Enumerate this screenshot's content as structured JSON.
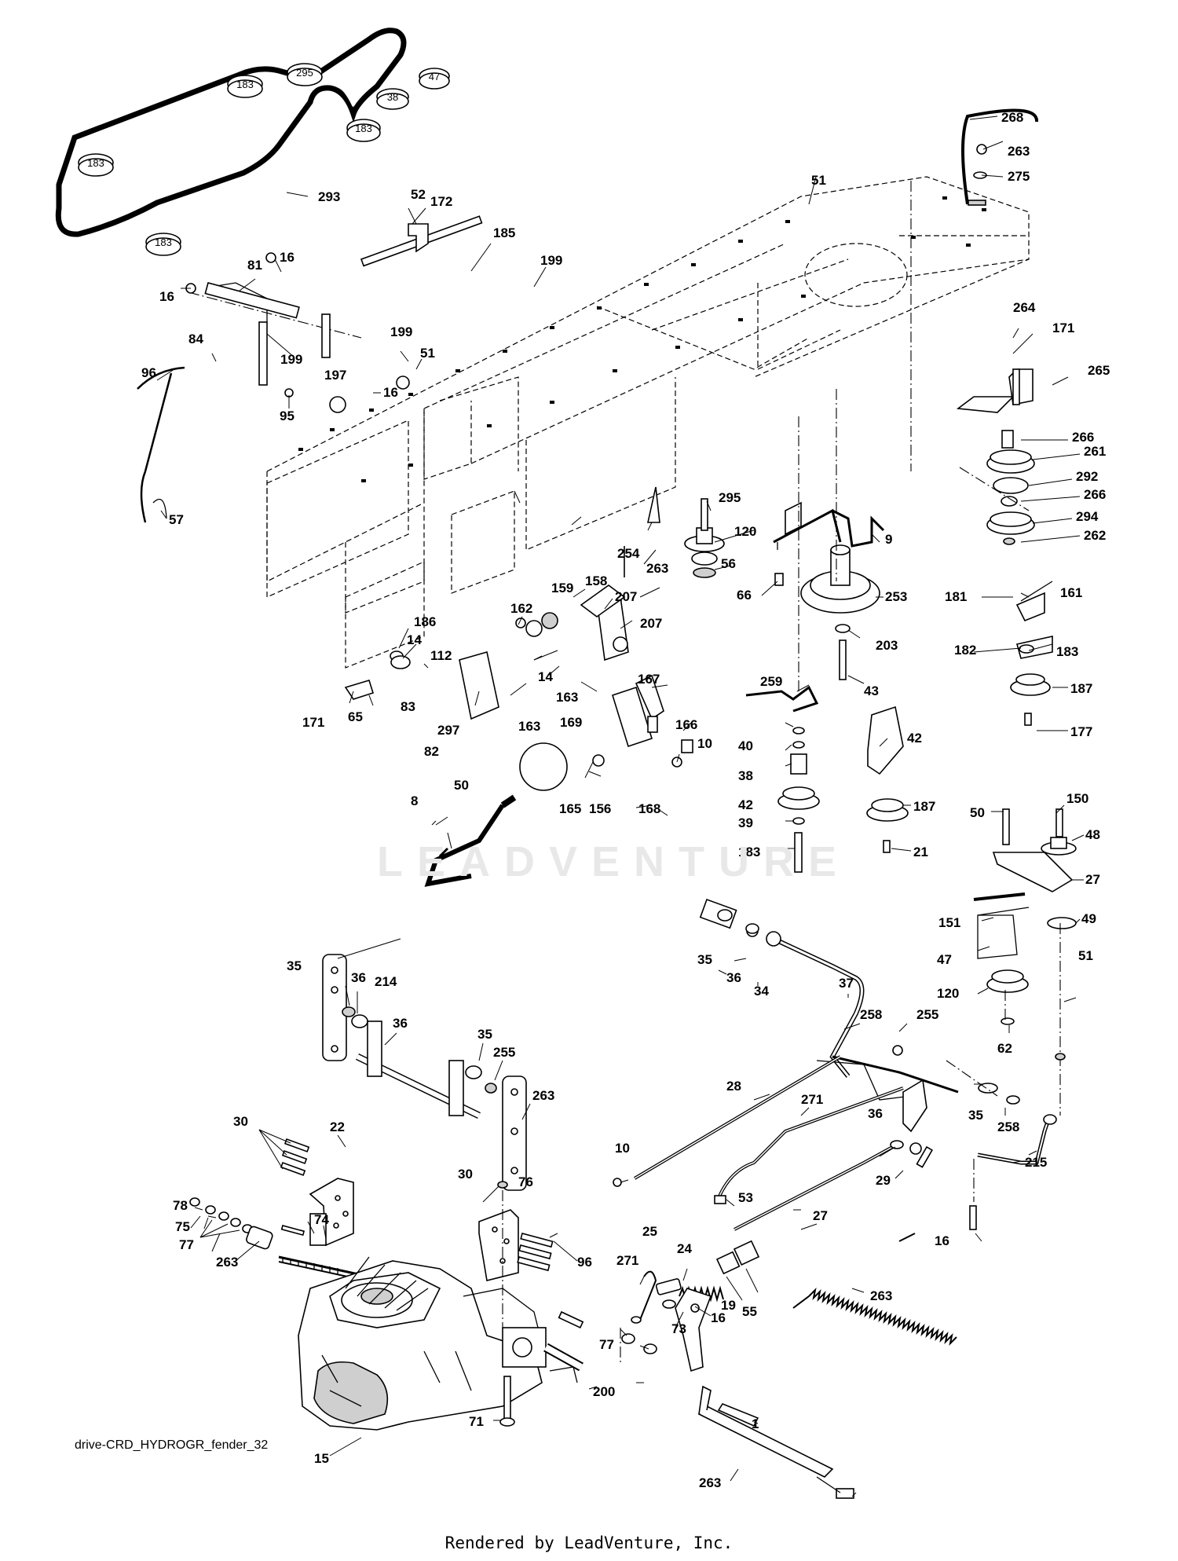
{
  "diagram_label": "drive-CRD_HYDROGR_fender_32",
  "credit": "Rendered by LeadVenture, Inc.",
  "watermark": "LEADVENTURE",
  "belt_labels": [
    "295",
    "183",
    "47",
    "38",
    "183",
    "183",
    "183"
  ],
  "callouts": [
    "268",
    "263",
    "275",
    "51",
    "52",
    "172",
    "185",
    "199",
    "81",
    "16",
    "16",
    "199",
    "84",
    "199",
    "51",
    "197",
    "16",
    "95",
    "96",
    "57",
    "293",
    "264",
    "171",
    "265",
    "266",
    "261",
    "292",
    "266",
    "294",
    "262",
    "295",
    "120",
    "56",
    "66",
    "9",
    "253",
    "254",
    "263",
    "181",
    "161",
    "159",
    "158",
    "207",
    "162",
    "207",
    "186",
    "14",
    "112",
    "14",
    "163",
    "83",
    "167",
    "297",
    "163",
    "169",
    "171",
    "65",
    "203",
    "43",
    "182",
    "183",
    "187",
    "177",
    "259",
    "42",
    "40",
    "38",
    "42",
    "39",
    "183",
    "187",
    "21",
    "82",
    "165",
    "156",
    "168",
    "166",
    "10",
    "8",
    "50",
    "50",
    "150",
    "48",
    "27",
    "151",
    "49",
    "47",
    "51",
    "120",
    "62",
    "35",
    "36",
    "34",
    "37",
    "258",
    "255",
    "35",
    "36",
    "214",
    "36",
    "35",
    "255",
    "263",
    "30",
    "22",
    "28",
    "271",
    "36",
    "35",
    "258",
    "10",
    "29",
    "53",
    "215",
    "27",
    "16",
    "30",
    "76",
    "78",
    "75",
    "77",
    "74",
    "263",
    "96",
    "271",
    "25",
    "24",
    "19",
    "55",
    "263",
    "73",
    "16",
    "77",
    "200",
    "1",
    "15",
    "71",
    "263"
  ]
}
